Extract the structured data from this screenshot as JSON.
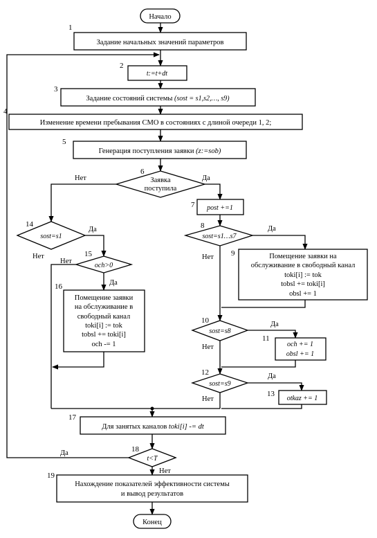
{
  "diagram": {
    "start": "Начало",
    "end": "Конец",
    "yes": "Да",
    "no": "Нет",
    "steps": {
      "s1": {
        "num": "1",
        "text": "Задание начальных значений параметров"
      },
      "s2": {
        "num": "2",
        "text": "t:=t+dt"
      },
      "s3": {
        "num": "3",
        "text": "Задание состояний системы ",
        "expr": "(sost = s1,s2,…, s9)"
      },
      "s4": {
        "num": "4",
        "text": "Изменение времени пребывания СМО в состояниях с длиной очереди 1, 2;"
      },
      "s5": {
        "num": "5",
        "text": "Генерация поступления заявки ",
        "expr": "(z:=sob)"
      },
      "s6": {
        "num": "6",
        "lines": [
          "Заявка",
          "поступила"
        ]
      },
      "s7": {
        "num": "7",
        "text": "post +=1"
      },
      "s8": {
        "num": "8",
        "text": "sost=s1…s7"
      },
      "s9": {
        "num": "9",
        "lines": [
          "Помещение заявки на",
          "обслуживание в свободный канал",
          "toki[i] := tok",
          "tobsl += toki[i]",
          "obsl += 1"
        ]
      },
      "s10": {
        "num": "10",
        "text": "sost=s8"
      },
      "s11": {
        "num": "11",
        "lines": [
          "och += 1",
          "obsl += 1"
        ]
      },
      "s12": {
        "num": "12",
        "text": "sost=s9"
      },
      "s13": {
        "num": "13",
        "text": "otkaz += 1"
      },
      "s14": {
        "num": "14",
        "text": "sost=s1"
      },
      "s15": {
        "num": "15",
        "text": "och>0"
      },
      "s16": {
        "num": "16",
        "lines": [
          "Помещение заявки",
          "на обслуживание в",
          "свободный канал",
          "toki[i] := tok",
          "tobsl += toki[i]",
          "och -= 1"
        ]
      },
      "s17": {
        "num": "17",
        "text": "Для занятых каналов ",
        "expr": "toki[i] -= dt"
      },
      "s18": {
        "num": "18",
        "text": "t<T"
      },
      "s19": {
        "num": "19",
        "lines": [
          "Нахождение показателей эффективности системы",
          "и вывод результатов"
        ]
      }
    }
  }
}
